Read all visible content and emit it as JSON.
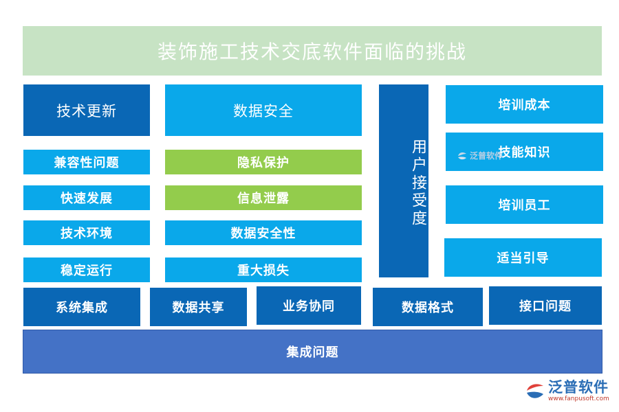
{
  "title": "装饰施工技术交底软件面临的挑战",
  "left_column": {
    "header": "技术更新",
    "items": [
      "兼容性问题",
      "快速发展",
      "技术环境",
      "稳定运行"
    ]
  },
  "middle_column": {
    "header": "数据安全",
    "items": [
      "隐私保护",
      "信息泄露",
      "数据安全性",
      "重大损失"
    ]
  },
  "user_acceptance": {
    "header": "用户接受度",
    "items": [
      "培训成本",
      "技能知识",
      "培训员工",
      "适当引导"
    ]
  },
  "integration": {
    "items": [
      "系统集成",
      "数据共享",
      "业务协同",
      "数据格式",
      "接口问题"
    ],
    "base": "集成问题"
  },
  "watermark": "泛普软件",
  "logo": {
    "name": "泛普软件",
    "url": "www.fanpusoft.com"
  },
  "colors": {
    "title_bg": "#c7e3c4",
    "dark_blue": "#0a67b5",
    "light_blue": "#0aa8ea",
    "green": "#93cc4c",
    "purple_blue": "#4472c6"
  }
}
